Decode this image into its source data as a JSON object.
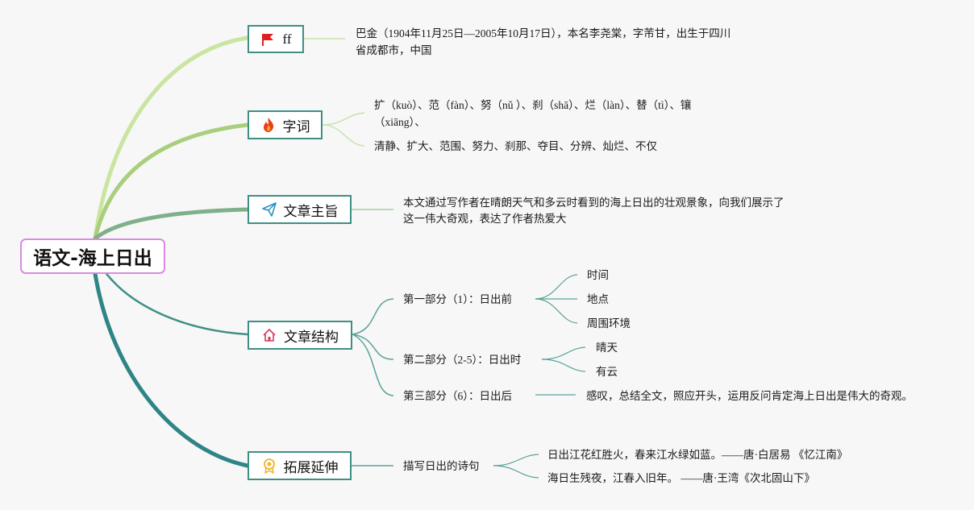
{
  "root": {
    "label": "语文-海上日出"
  },
  "branches": {
    "author": {
      "label": "ff",
      "icon": "red-flag-icon",
      "text_line1": "巴金（1904年11月25日—2005年10月17日），本名李尧棠，字芾甘，出生于四川",
      "text_line2": "省成都市，中国"
    },
    "words": {
      "label": "字词",
      "icon": "fire-icon",
      "pinyin_line1": "扩（kuò）、范（fàn）、努（nǔ ）、刹（shā）、烂（làn）、替（tì）、镶",
      "pinyin_line2": "（xiāng）、",
      "phrases": "清静、扩大、范围、努力、刹那、夺目、分辨、灿烂、不仅"
    },
    "theme": {
      "label": "文章主旨",
      "icon": "paper-plane-icon",
      "text_line1": "本文通过写作者在晴朗天气和多云时看到的海上日出的壮观景象，向我们展示了",
      "text_line2": "这一伟大奇观，表达了作者热爱大"
    },
    "structure": {
      "label": "文章结构",
      "icon": "house-icon",
      "parts": [
        {
          "label": "第一部分（1）：日出前",
          "children": [
            "时间",
            "地点",
            "周围环境"
          ]
        },
        {
          "label": "第二部分（2-5）：日出时",
          "children": [
            "晴天",
            "有云"
          ]
        },
        {
          "label": "第三部分（6）：日出后",
          "children": [
            "感叹，总结全文，照应开头，运用反问肯定海上日出是伟大的奇观。"
          ]
        }
      ]
    },
    "extension": {
      "label": "拓展延伸",
      "icon": "award-medal-icon",
      "sub": "描写日出的诗句",
      "poems": [
        "日出江花红胜火，春来江水绿如蓝。——唐·白居易 《忆江南》",
        "海日生残夜，江春入旧年。 ——唐·王湾《次北固山下》"
      ]
    }
  },
  "colors": {
    "root_border": "#d88be0",
    "branch_border": "#3f8f84",
    "curve_author": "#c9e5a1",
    "curve_words": "#a9cf7d",
    "curve_theme": "#7fb08a",
    "curve_structure": "#3f8f84",
    "curve_extension": "#2f8586",
    "leaf_line": "#5aa39b",
    "light_line": "#c8e2ad"
  }
}
